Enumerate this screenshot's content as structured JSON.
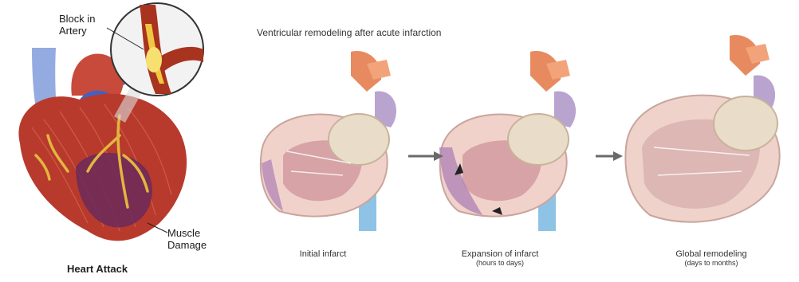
{
  "left_panel": {
    "block_label_line1": "Block in",
    "block_label_line2": "Artery",
    "muscle_label_line1": "Muscle",
    "muscle_label_line2": "Damage",
    "caption": "Heart Attack"
  },
  "right_panel": {
    "title": "Ventricular remodeling after acute infarction",
    "stages": [
      {
        "label": "Initial infarct",
        "sublabel": ""
      },
      {
        "label": "Expansion of infarct",
        "sublabel": "(hours to days)"
      },
      {
        "label": "Global remodeling",
        "sublabel": "(days to months)"
      }
    ]
  },
  "colors": {
    "muscle_red": "#b83a2c",
    "artery_yellow": "#e2b640",
    "vein_blue": "#3e6fc9",
    "aorta_peach": "#f0a070",
    "chamber_pink": "#e8c4c0",
    "infarct_purple": "#b58ab8",
    "arrow_gray": "#6a6a6a"
  }
}
